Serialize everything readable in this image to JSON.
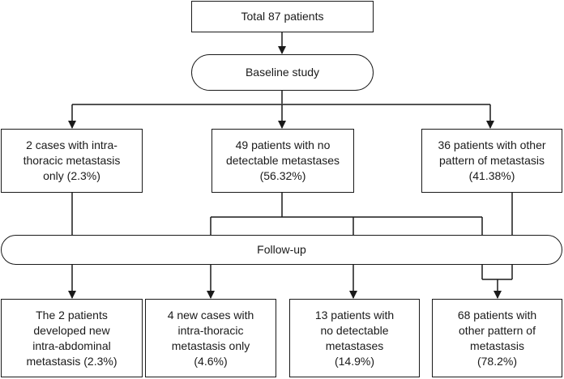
{
  "nodes": {
    "total": "Total 87 patients",
    "baseline": "Baseline study",
    "intrathoracic_only": "2 cases with intra-\nthoracic metastasis\nonly (2.3%)",
    "no_detectable": "49 patients with no\ndetectable metastases\n(56.32%)",
    "other_pattern": "36 patients with other\npattern of metastasis\n(41.38%)",
    "followup": "Follow-up",
    "new_intraabdominal": "The 2 patients\ndeveloped new\nintra-abdominal\nmetastasis (2.3%)",
    "new_intrathoracic": "4 new cases with\nintra-thoracic\nmetastasis only\n(4.6%)",
    "followup_no_detectable": "13 patients with\nno detectable\nmetastases\n(14.9%)",
    "followup_other_pattern": "68 patients with\nother pattern of\nmetastasis\n(78.2%)"
  }
}
